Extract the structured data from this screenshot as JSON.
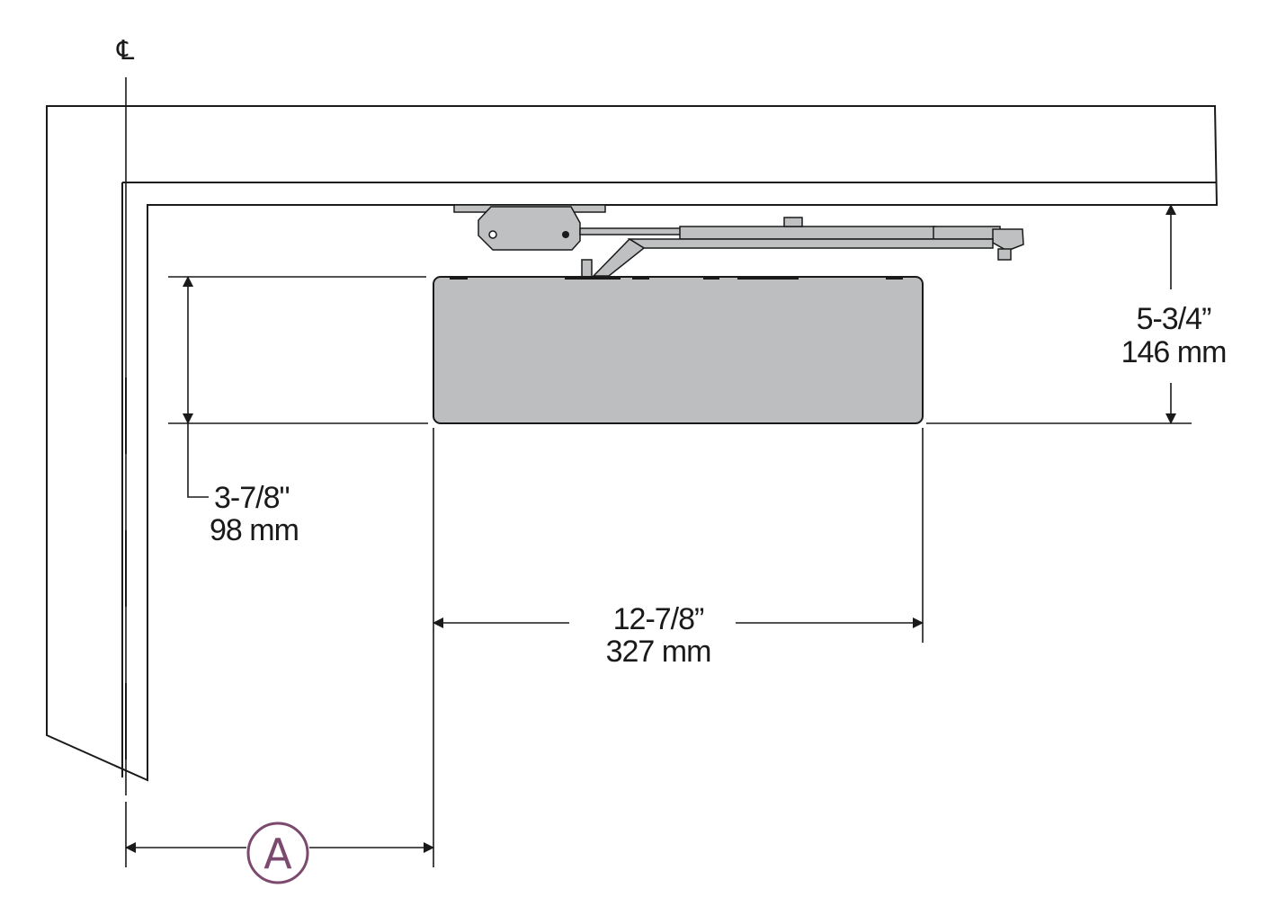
{
  "centerline_symbol": "℄",
  "callout": {
    "label": "A",
    "color": "#7b4a6e"
  },
  "dimensions": {
    "height_overall": {
      "imperial": "5-3/4”",
      "metric": "146 mm"
    },
    "body_depth": {
      "imperial": "3-7/8\"",
      "metric": "98 mm"
    },
    "body_length": {
      "imperial": "12-7/8”",
      "metric": "327 mm"
    }
  },
  "colors": {
    "line": "#1a1a1a",
    "closer_body": "#bdbebf",
    "arm": "#bfc0c2"
  }
}
